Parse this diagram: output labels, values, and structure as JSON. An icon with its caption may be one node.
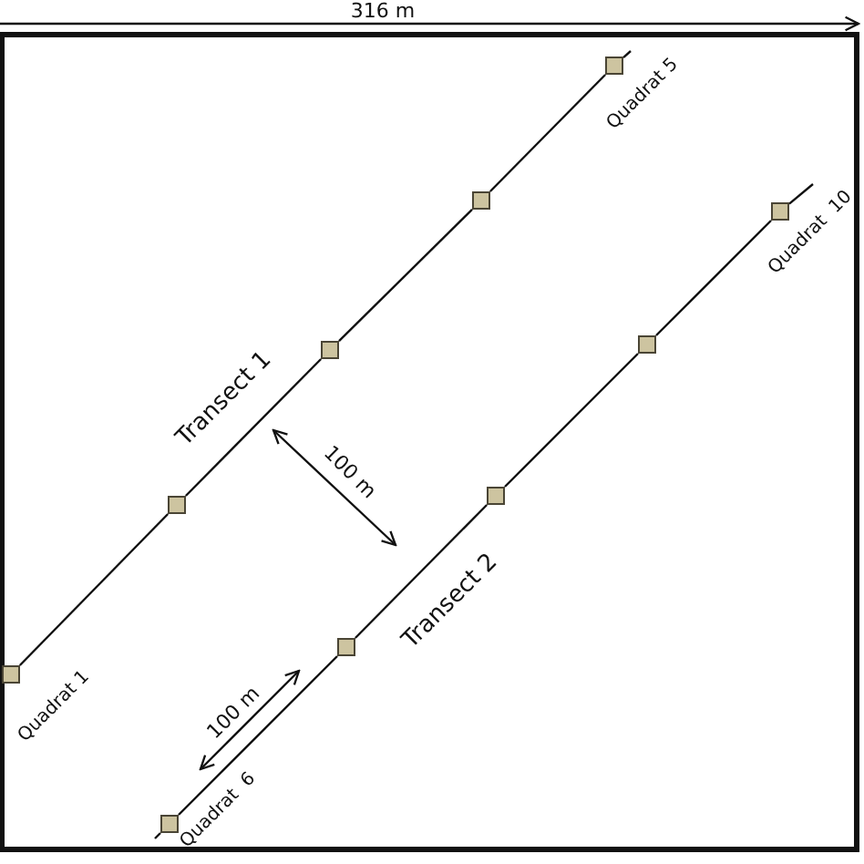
{
  "diagram": {
    "nodes": [
      {
        "text": [],
        "shape": "box",
        "beside": [
          "Quadrat 1"
        ]
      },
      {
        "text": [],
        "shape": "box"
      },
      {
        "text": [],
        "shape": "box"
      },
      {
        "text": [],
        "shape": "box"
      },
      {
        "text": [],
        "shape": "box",
        "beside": [
          "Quadrat 5"
        ]
      },
      {
        "text": [],
        "shape": "box",
        "beside": [
          "Quadrat  6"
        ]
      },
      {
        "text": [],
        "shape": "box"
      },
      {
        "text": [],
        "shape": "box"
      },
      {
        "text": [],
        "shape": "box"
      },
      {
        "text": [],
        "shape": "box",
        "beside": [
          "Quadrat  10"
        ]
      }
    ],
    "edges": [
      {
        "from": 0,
        "to": 1,
        "arrow": "none"
      },
      {
        "from": 1,
        "to": 2,
        "arrow": "none",
        "label": "Transect 1"
      },
      {
        "from": 2,
        "to": 3,
        "arrow": "none"
      },
      {
        "from": 3,
        "to": 4,
        "arrow": "none"
      },
      {
        "from": 5,
        "to": 6,
        "arrow": "none"
      },
      {
        "from": 6,
        "to": 7,
        "arrow": "none",
        "label": "Transect 2"
      },
      {
        "from": 7,
        "to": 8,
        "arrow": "none"
      },
      {
        "from": 8,
        "to": 9,
        "arrow": "none"
      }
    ],
    "labels": [
      "316 m",
      "100 m",
      "100 m"
    ]
  }
}
